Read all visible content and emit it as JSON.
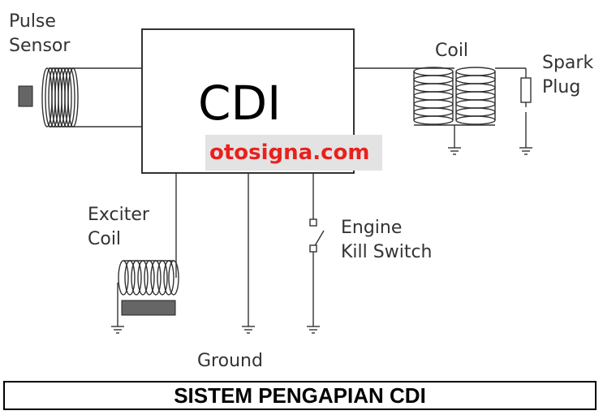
{
  "labels": {
    "pulse_sensor_line1": "Pulse",
    "pulse_sensor_line2": "Sensor",
    "cdi": "CDI",
    "coil": "Coil",
    "spark_plug_line1": "Spark",
    "spark_plug_line2": "Plug",
    "exciter_coil_line1": "Exciter",
    "exciter_coil_line2": "Coil",
    "engine_kill_switch_line1": "Engine",
    "engine_kill_switch_line2": "Kill Switch",
    "ground": "Ground"
  },
  "watermark": "otosigna.com",
  "caption": "SISTEM PENGAPIAN CDI",
  "colors": {
    "watermark_text": "#e8211d",
    "watermark_bg": "#e3e3e3",
    "magnet_fill": "#666666",
    "line": "#555555"
  }
}
